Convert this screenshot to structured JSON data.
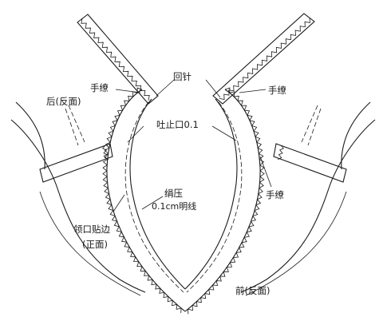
{
  "labels": {
    "huizhen": "回针",
    "shouliao_left": "手缭",
    "shouliao_right_top": "手缭",
    "shouliao_right_bottom": "手缭",
    "hou": "后(反面)",
    "tuzhikou": "吐止口0.1",
    "juya_1": "绢压",
    "juya_2": "0.1cm明线",
    "lingkou_1": "领口贴边",
    "lingkou_2": "(正面)",
    "qian": "前(反面)"
  }
}
